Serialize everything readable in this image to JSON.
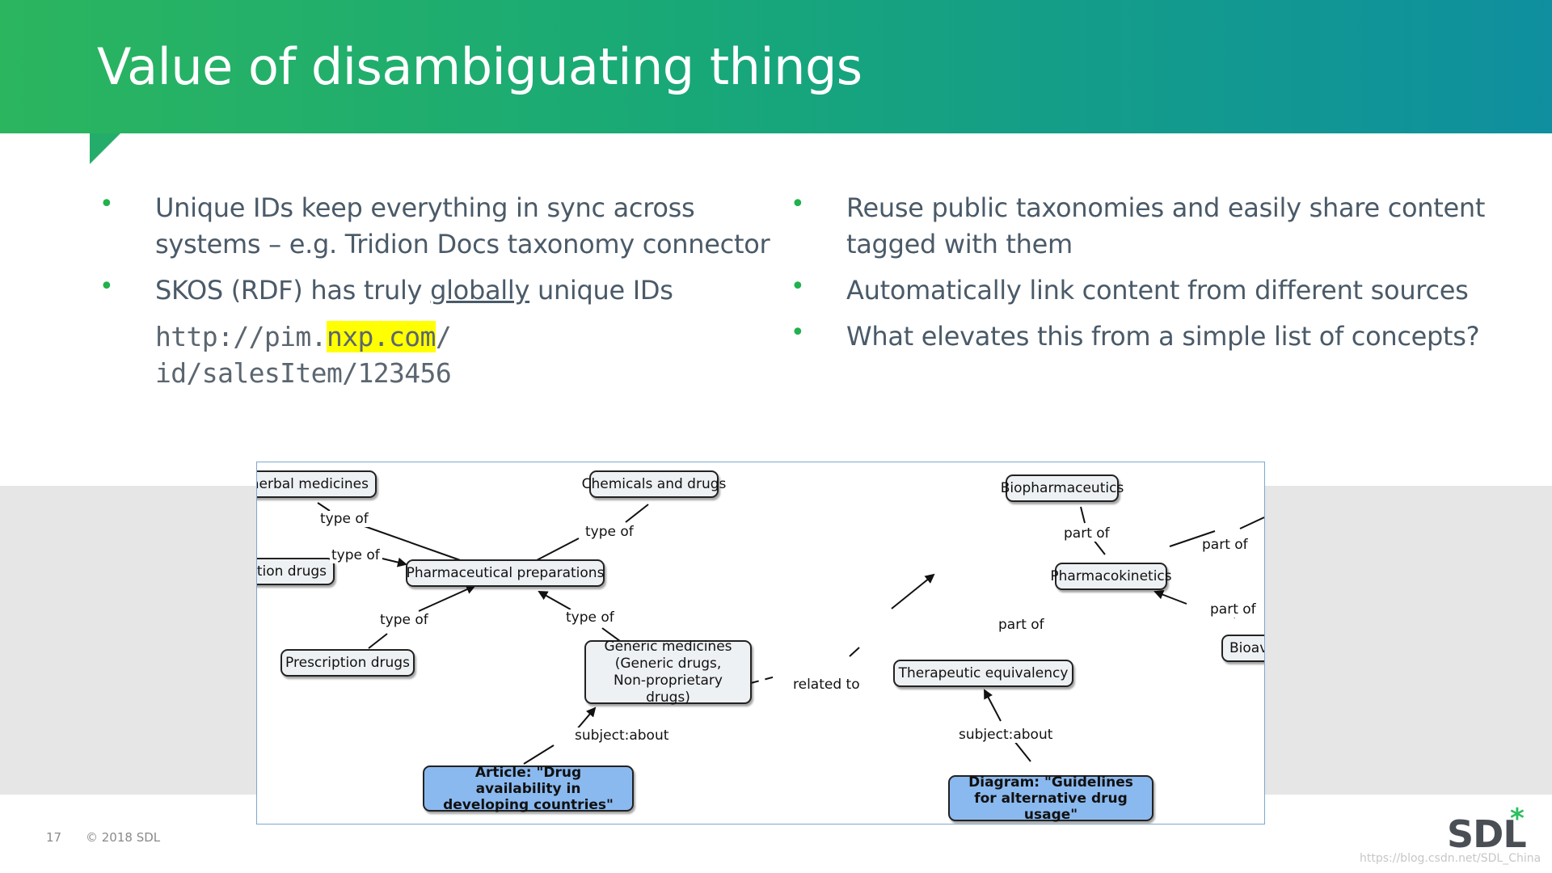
{
  "slide": {
    "title": "Value of disambiguating things",
    "page_number": "17",
    "copyright": "© 2018 SDL",
    "watermark": "https://blog.csdn.net/SDL_China",
    "logo": {
      "text": "SDL",
      "mark": "*"
    }
  },
  "left_column": {
    "bullet1": "Unique IDs keep everything in sync across systems – e.g. Tridion Docs taxonomy connector",
    "bullet2_before": "SKOS (RDF) has truly ",
    "bullet2_under": "globally",
    "bullet2_after": " unique IDs",
    "url_prefix": "http://pim.",
    "url_highlight": "nxp.com",
    "url_suffix_line1": "/",
    "url_line2": "id/salesItem/123456"
  },
  "right_column": {
    "bullets": [
      "Reuse public taxonomies and easily share content tagged with them",
      "Automatically link content from different sources",
      "What elevates this from a simple list of concepts?"
    ]
  },
  "diagram": {
    "nodes": {
      "herbal": "ese herbal medicines",
      "chemicals": "Chemicals and drugs",
      "biopharm": "Biopharmaceutics",
      "prescription_cut": "ription drugs",
      "pharma_prep": "Pharmaceutical preparations",
      "pharmacokinetics": "Pharmacokinetics",
      "prescription": "Prescription drugs",
      "generic": "Generic medicines\n(Generic drugs,\nNon-proprietary drugs)",
      "therapeutic": "Therapeutic equivalency",
      "bioav": "Bioav",
      "article": "Article: \"Drug availability in developing countries\"",
      "diagram_node": "Diagram: \"Guidelines for alternative drug usage\""
    },
    "labels": {
      "type_of_1": "type of",
      "type_of_2": "type of",
      "type_of_3": "type of",
      "type_of_4": "type of",
      "type_of_5": "type of",
      "part_of_1": "part of",
      "part_of_2": "part of",
      "part_of_3": "part of",
      "part_of_4": "part of",
      "related_to": "related to",
      "subject_about_1": "subject:about",
      "subject_about_2": "subject:about"
    }
  },
  "colors": {
    "header_start": "#2bb55f",
    "header_end": "#0f8f9f",
    "bullet": "#22b14c",
    "highlight": "#ffff00",
    "blue_node": "#8ab9ef"
  }
}
